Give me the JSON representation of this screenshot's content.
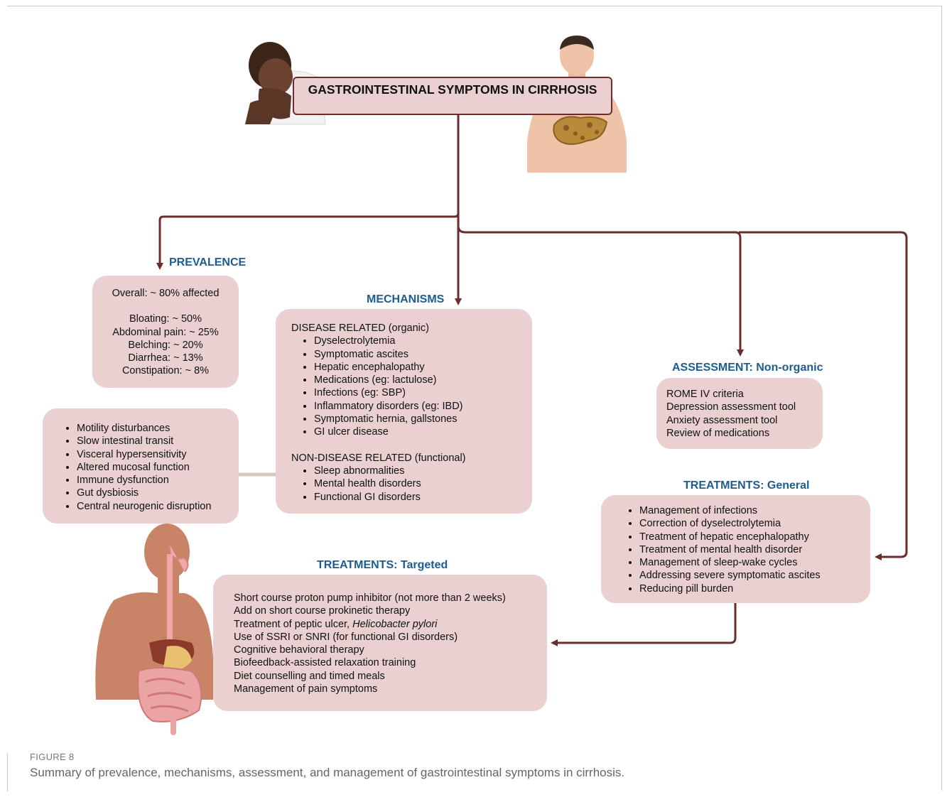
{
  "title": "GASTROINTESTINAL SYMPTOMS IN CIRRHOSIS",
  "prevalence": {
    "heading": "PREVALENCE",
    "overall": "Overall: ~ 80% affected",
    "items": [
      "Bloating: ~ 50%",
      "Abdominal pain: ~ 25%",
      "Belching: ~ 20%",
      "Diarrhea: ~ 13%",
      "Constipation: ~ 8%"
    ]
  },
  "mechanisms": {
    "heading": "MECHANISMS",
    "disease_label": "DISEASE RELATED (organic)",
    "disease_items": [
      "Dyselectrolytemia",
      "Symptomatic ascites",
      "Hepatic encephalopathy",
      "Medications (eg: lactulose)",
      "Infections (eg: SBP)",
      "Inflammatory disorders (eg: IBD)",
      "Symptomatic hernia, gallstones",
      "GI ulcer disease"
    ],
    "nondisease_label": "NON-DISEASE RELATED (functional)",
    "nondisease_items": [
      "Sleep abnormalities",
      "Mental health disorders",
      "Functional GI disorders"
    ]
  },
  "functional_mechanisms": [
    "Motility disturbances",
    "Slow intestinal transit",
    "Visceral hypersensitivity",
    "Altered mucosal function",
    "Immune dysfunction",
    "Gut dysbiosis",
    "Central neurogenic disruption"
  ],
  "assessment": {
    "heading": "ASSESSMENT: Non-organic",
    "items": [
      "ROME IV criteria",
      "Depression assessment tool",
      "Anxiety assessment tool",
      "Review of medications"
    ]
  },
  "treatments_general": {
    "heading": "TREATMENTS: General",
    "items": [
      "Management of infections",
      "Correction of dyselectrolytemia",
      "Treatment of hepatic encephalopathy",
      "Treatment of mental health disorder",
      "Management of sleep-wake cycles",
      "Addressing severe symptomatic ascites",
      "Reducing pill burden"
    ]
  },
  "treatments_targeted": {
    "heading": "TREATMENTS: Targeted",
    "item1": "Short course proton pump inhibitor (not more than 2 weeks)",
    "item2": "Add on short course prokinetic therapy",
    "item3_prefix": "Treatment of peptic ulcer, ",
    "item3_italic": "Helicobacter pylori",
    "item4": "Use of SSRI or SNRI (for functional GI disorders)",
    "item5": "Cognitive behavioral therapy",
    "item6": "Biofeedback-assisted relaxation training",
    "item7": "Diet counselling and timed meals",
    "item8": "Management of pain symptoms"
  },
  "caption": {
    "label": "FIGURE 8",
    "text": "Summary of prevalence, mechanisms, assessment, and management of gastrointestinal symptoms in cirrhosis."
  },
  "colors": {
    "arrow": "#6b2d2d",
    "box": "#ead0d0",
    "heading": "#1f5c8e",
    "connector": "#d8c6c0"
  }
}
